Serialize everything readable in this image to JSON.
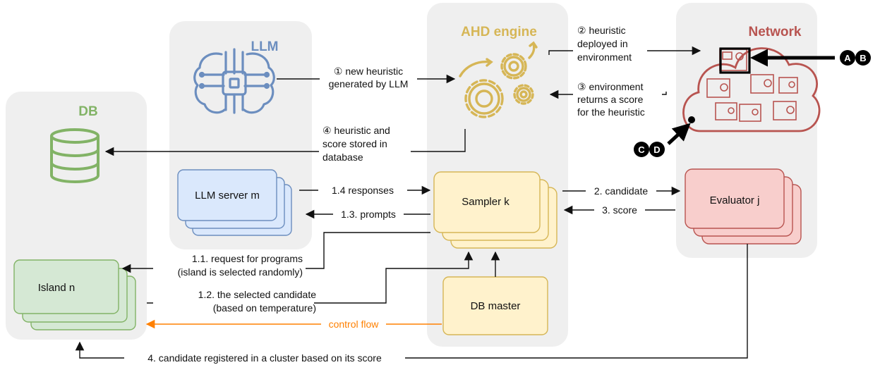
{
  "colors": {
    "panel": "#efefef",
    "db": "#82b366",
    "llm": "#6c8ebf",
    "ahd": "#d6b656",
    "network": "#b85450",
    "control": "#ff8000",
    "edge": "#111111"
  },
  "panels": {
    "db": {
      "title": "DB"
    },
    "llm": {
      "title": "LLM"
    },
    "ahd": {
      "title": "AHD engine"
    },
    "network": {
      "title": "Network"
    }
  },
  "nodes": {
    "llm_server": {
      "label": "LLM server m"
    },
    "sampler": {
      "label": "Sampler k"
    },
    "evaluator": {
      "label": "Evaluator j"
    },
    "island": {
      "label": "Island n"
    },
    "db_master": {
      "label": "DB master"
    }
  },
  "icons": {
    "brain": "brain-chip-icon",
    "gears": "gears-icon",
    "database": "database-icon",
    "cloud": "cloud-network-icon"
  },
  "markers": {
    "top": [
      "A",
      "B"
    ],
    "bottom": [
      "C",
      "D"
    ]
  },
  "edges": {
    "e1": [
      "① new heuristic",
      "generated by LLM"
    ],
    "e2": [
      "② heuristic",
      "deployed in",
      "environment"
    ],
    "e3": [
      "③ environment",
      "returns a score",
      "for the heuristic"
    ],
    "e4": [
      "④ heuristic and",
      "score stored in",
      "database"
    ],
    "e14": "1.4 responses",
    "e13": "1.3. prompts",
    "e2c": "2. candidate",
    "e3s": "3. score",
    "e11": [
      "1.1. request for programs",
      "(island is selected randomly)"
    ],
    "e12": [
      "1.2. the selected candidate",
      "(based on temperature)"
    ],
    "control": "control flow",
    "e4c": "4. candidate registered in a cluster based on its score"
  }
}
